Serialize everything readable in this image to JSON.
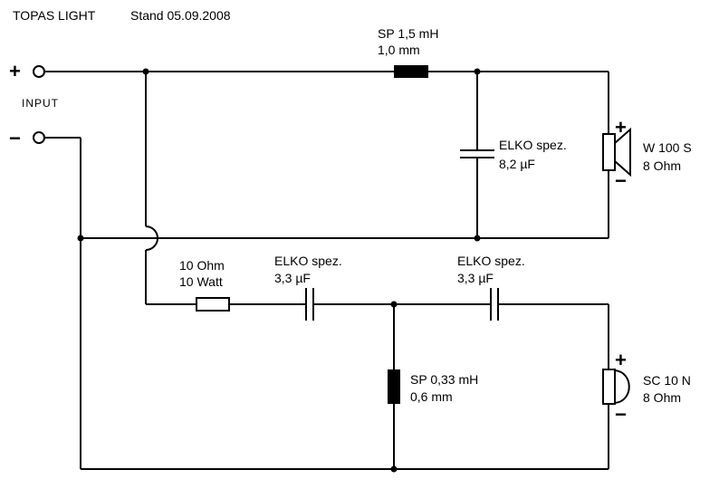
{
  "header": {
    "title": "TOPAS LIGHT",
    "stand": "Stand 05.09.2008"
  },
  "input": {
    "label": "INPUT",
    "plus": "+",
    "minus": "−"
  },
  "components": {
    "sp1": {
      "line1": "SP 1,5 mH",
      "line2": "1,0 mm"
    },
    "elko1": {
      "line1": "ELKO spez.",
      "line2": "8,2 µF"
    },
    "woofer": {
      "line1": "W 100 S",
      "line2": "8 Ohm",
      "plus": "+",
      "minus": "−"
    },
    "resistor": {
      "line1": "10 Ohm",
      "line2": "10 Watt"
    },
    "elko2": {
      "line1": "ELKO spez.",
      "line2": "3,3 µF"
    },
    "elko3": {
      "line1": "ELKO spez.",
      "line2": "3,3 µF"
    },
    "sp2": {
      "line1": "SP 0,33 mH",
      "line2": "0,6 mm"
    },
    "tweeter": {
      "line1": "SC 10 N",
      "line2": "8 Ohm",
      "plus": "+",
      "minus": "−"
    }
  }
}
